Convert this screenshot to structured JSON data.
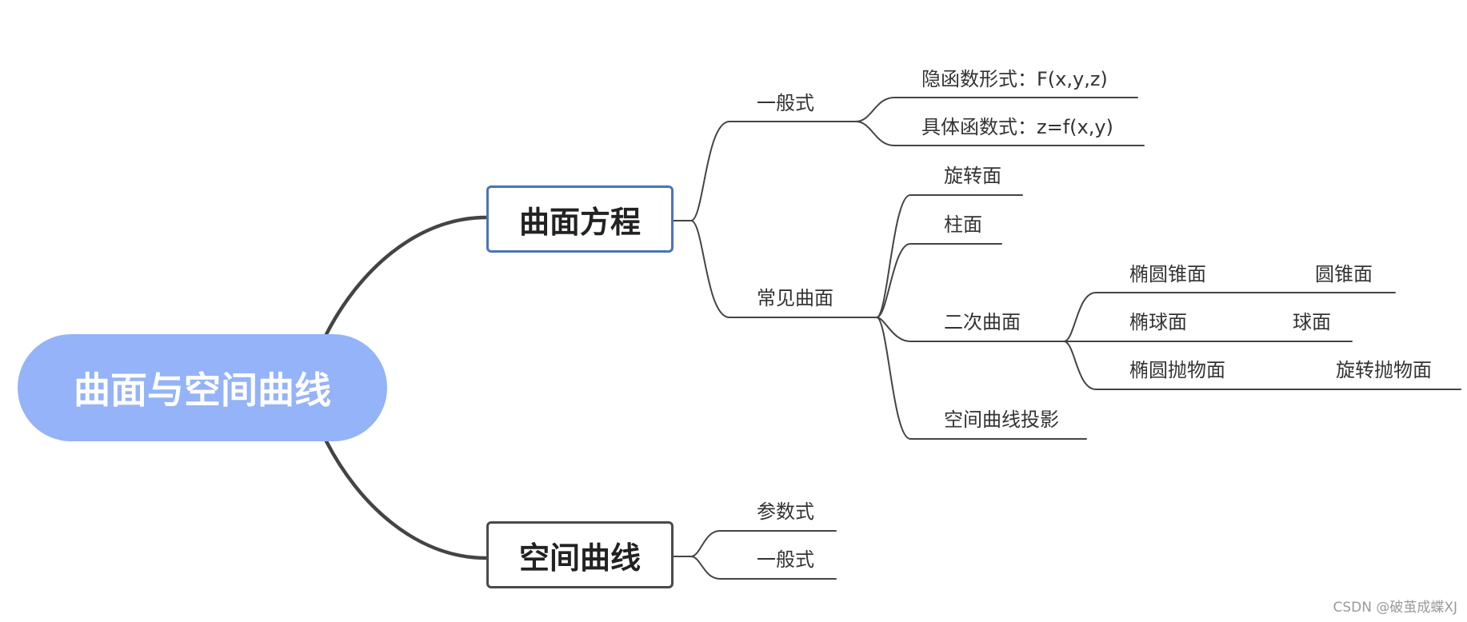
{
  "root": {
    "label": "曲面与空间曲线"
  },
  "branches": {
    "surface": {
      "label": "曲面方程",
      "general": {
        "label": "一般式",
        "implicit": "隐函数形式：F(x,y,z)",
        "explicit": "具体函数式：z=f(x,y)"
      },
      "common": {
        "label": "常见曲面",
        "rotation": "旋转面",
        "cylinder": "柱面",
        "quadric": {
          "label": "二次曲面",
          "elliptic_cone": "椭圆锥面",
          "cone": "圆锥面",
          "ellipsoid": "椭球面",
          "sphere": "球面",
          "elliptic_paraboloid": "椭圆抛物面",
          "rotation_paraboloid": "旋转抛物面"
        },
        "projection": "空间曲线投影"
      }
    },
    "curve": {
      "label": "空间曲线",
      "parametric": "参数式",
      "general": "一般式"
    }
  },
  "watermark": "CSDN @破茧成蝶XJ",
  "colors": {
    "root_fill": "#94b3f8",
    "surface_border": "#4a74b8",
    "curve_border": "#4a4a4a",
    "line": "#444444"
  }
}
